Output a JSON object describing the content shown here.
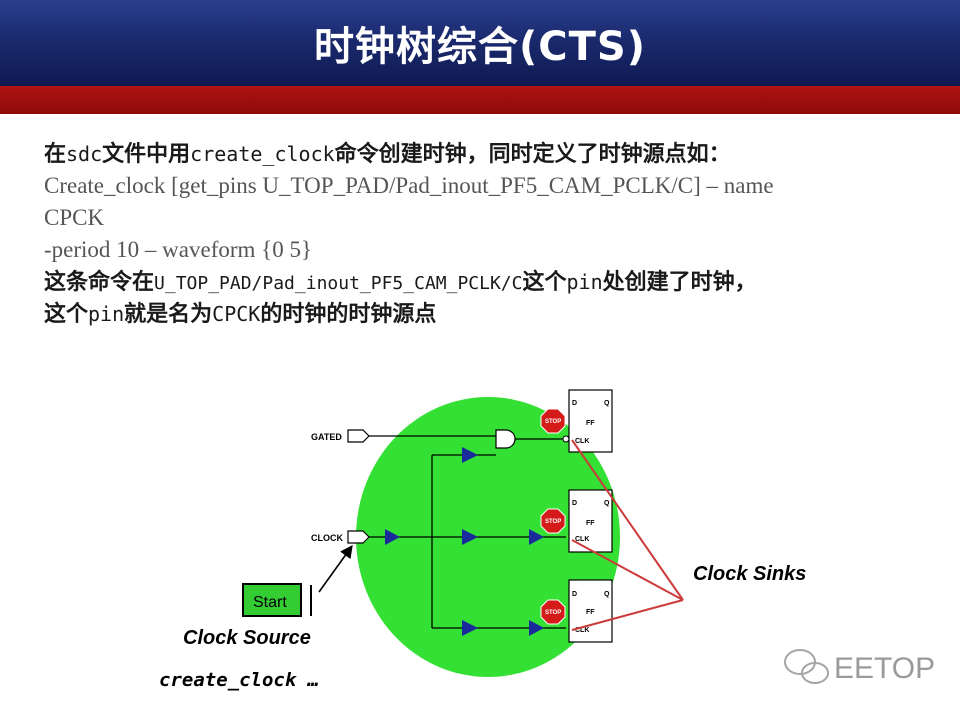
{
  "title": "时钟树综合(CTS)",
  "body": {
    "line1_cn_a": "在",
    "line1_code": "sdc",
    "line1_cn_b": "文件中用",
    "line1_code2": "create_clock",
    "line1_cn_c": "命令创建时钟，同时定义了时钟源点如：",
    "line2": "Create_clock [get_pins U_TOP_PAD/Pad_inout_PF5_CAM_PCLK/C]  – name",
    "line3": "CPCK",
    "line4": "-period 10  – waveform {0 5}",
    "line5_cn_a": "这条命令在",
    "line5_code": "U_TOP_PAD/Pad_inout_PF5_CAM_PCLK/C",
    "line5_cn_b": "这个",
    "line5_code2": "pin",
    "line5_cn_c": "处创建了时钟，",
    "line6_cn_a": "这个",
    "line6_code": "pin",
    "line6_cn_b": "就是名为",
    "line6_code2": "CPCK",
    "line6_cn_c": "的时钟的时钟源点"
  },
  "diagram": {
    "gated_label": "GATED",
    "clock_label": "CLOCK",
    "start_label": "Start",
    "clock_source_label": "Clock Source",
    "clock_sinks_label": "Clock Sinks",
    "create_clock_label": "create_clock …",
    "stop_label": "STOP",
    "ff_d": "D",
    "ff_q": "Q",
    "ff_name": "FF",
    "ff_clk": "CLK",
    "colors": {
      "cloud": "#33e033",
      "arrow": "#1a2a9a",
      "pointer": "#cc3b3b",
      "stop": "#d51a1a",
      "start_box": "#33cc33"
    }
  },
  "watermark": "EETOP"
}
